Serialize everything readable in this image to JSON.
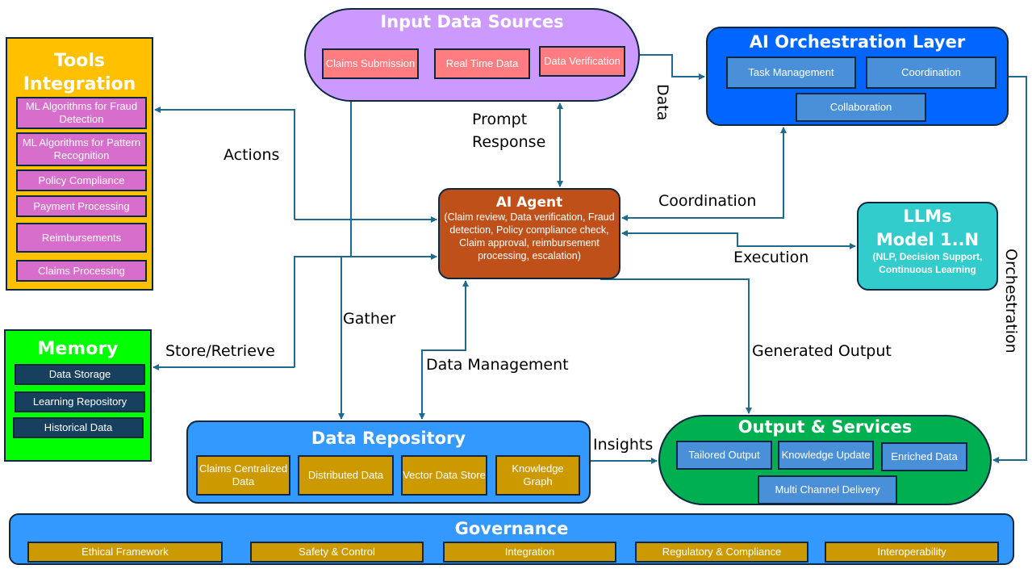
{
  "tools": {
    "title": "Tools Integration",
    "items": [
      "ML Algorithms for Fraud Detection",
      "ML Algorithms for Pattern Recognition",
      "Policy Compliance",
      "Payment Processing",
      "Reimbursements",
      "Claims Processing"
    ]
  },
  "memory": {
    "title": "Memory",
    "items": [
      "Data Storage",
      "Learning Repository",
      "Historical Data"
    ]
  },
  "input": {
    "title": "Input Data Sources",
    "items": [
      "Claims Submission",
      "Real Time Data",
      "Data Verification"
    ]
  },
  "orchestration": {
    "title": "AI Orchestration Layer",
    "items": [
      "Task Management",
      "Coordination",
      "Collaboration"
    ]
  },
  "agent": {
    "title": "AI Agent",
    "description": "(Claim review, Data verification, Fraud detection, Policy compliance check, Claim approval, reimbursement processing, escalation)"
  },
  "llm": {
    "title_line1": "LLMs",
    "title_line2": "Model 1..N",
    "description": "(NLP, Decision Support, Continuous Learning"
  },
  "repository": {
    "title": "Data Repository",
    "items": [
      "Claims Centralized Data",
      "Distributed Data",
      "Vector Data Store",
      "Knowledge Graph"
    ]
  },
  "output": {
    "title": "Output & Services",
    "items": [
      "Tailored Output",
      "Knowledge Update",
      "Enriched Data",
      "Multi Channel Delivery"
    ]
  },
  "governance": {
    "title": "Governance",
    "items": [
      "Ethical Framework",
      "Safety & Control",
      "Integration",
      "Regulatory & Compliance",
      "Interoperability"
    ]
  },
  "connectors": {
    "actions": "Actions",
    "store_retrieve": "Store/Retrieve",
    "prompt": "Prompt",
    "response": "Response",
    "data": "Data",
    "coordination": "Coordination",
    "execution": "Execution",
    "orchestration": "Orchestration",
    "gather": "Gather",
    "data_management": "Data Management",
    "generated_output": "Generated Output",
    "insights": "Insights"
  },
  "colors": {
    "connector": "#1f6b8e",
    "tools_bg": "#ffc000",
    "memory_bg": "#00ff00",
    "input_bg": "#cc99ff",
    "orchestration_bg": "#0066ff",
    "agent_bg": "#c0501a",
    "llm_bg": "#33cccc",
    "repository_bg": "#3399ff",
    "output_bg": "#00b050",
    "governance_bg": "#3399ff"
  }
}
